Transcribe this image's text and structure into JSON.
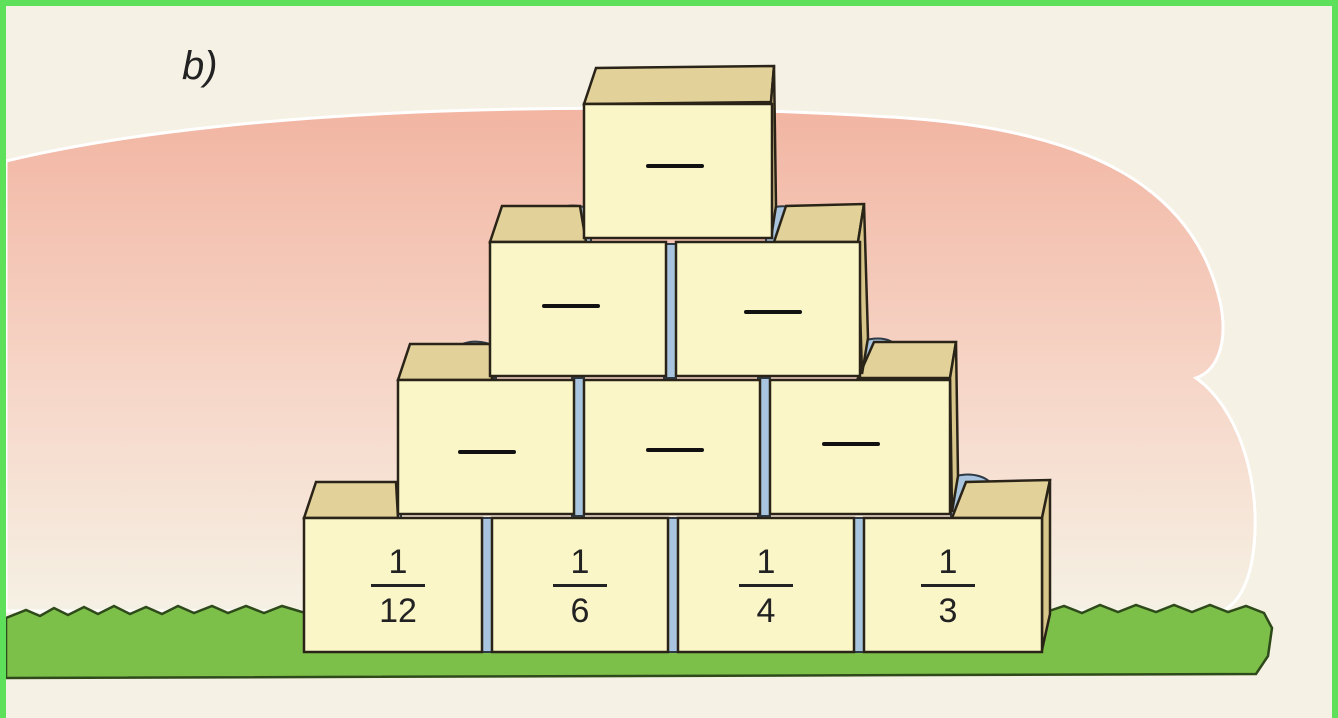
{
  "label": "b)",
  "pyramid": {
    "row1": [
      "—"
    ],
    "row2": [
      "—",
      "—"
    ],
    "row3": [
      "—",
      "—",
      "—"
    ],
    "bottom": [
      {
        "num": "1",
        "den": "12"
      },
      {
        "num": "1",
        "den": "6"
      },
      {
        "num": "1",
        "den": "4"
      },
      {
        "num": "1",
        "den": "3"
      }
    ]
  },
  "colors": {
    "border": "#5fe05a",
    "sky": "#f2b8a6",
    "grass": "#7cc04a",
    "block_face": "#fbf6c8",
    "block_top": "#e2d29a",
    "mortar": "#a9c4de"
  }
}
